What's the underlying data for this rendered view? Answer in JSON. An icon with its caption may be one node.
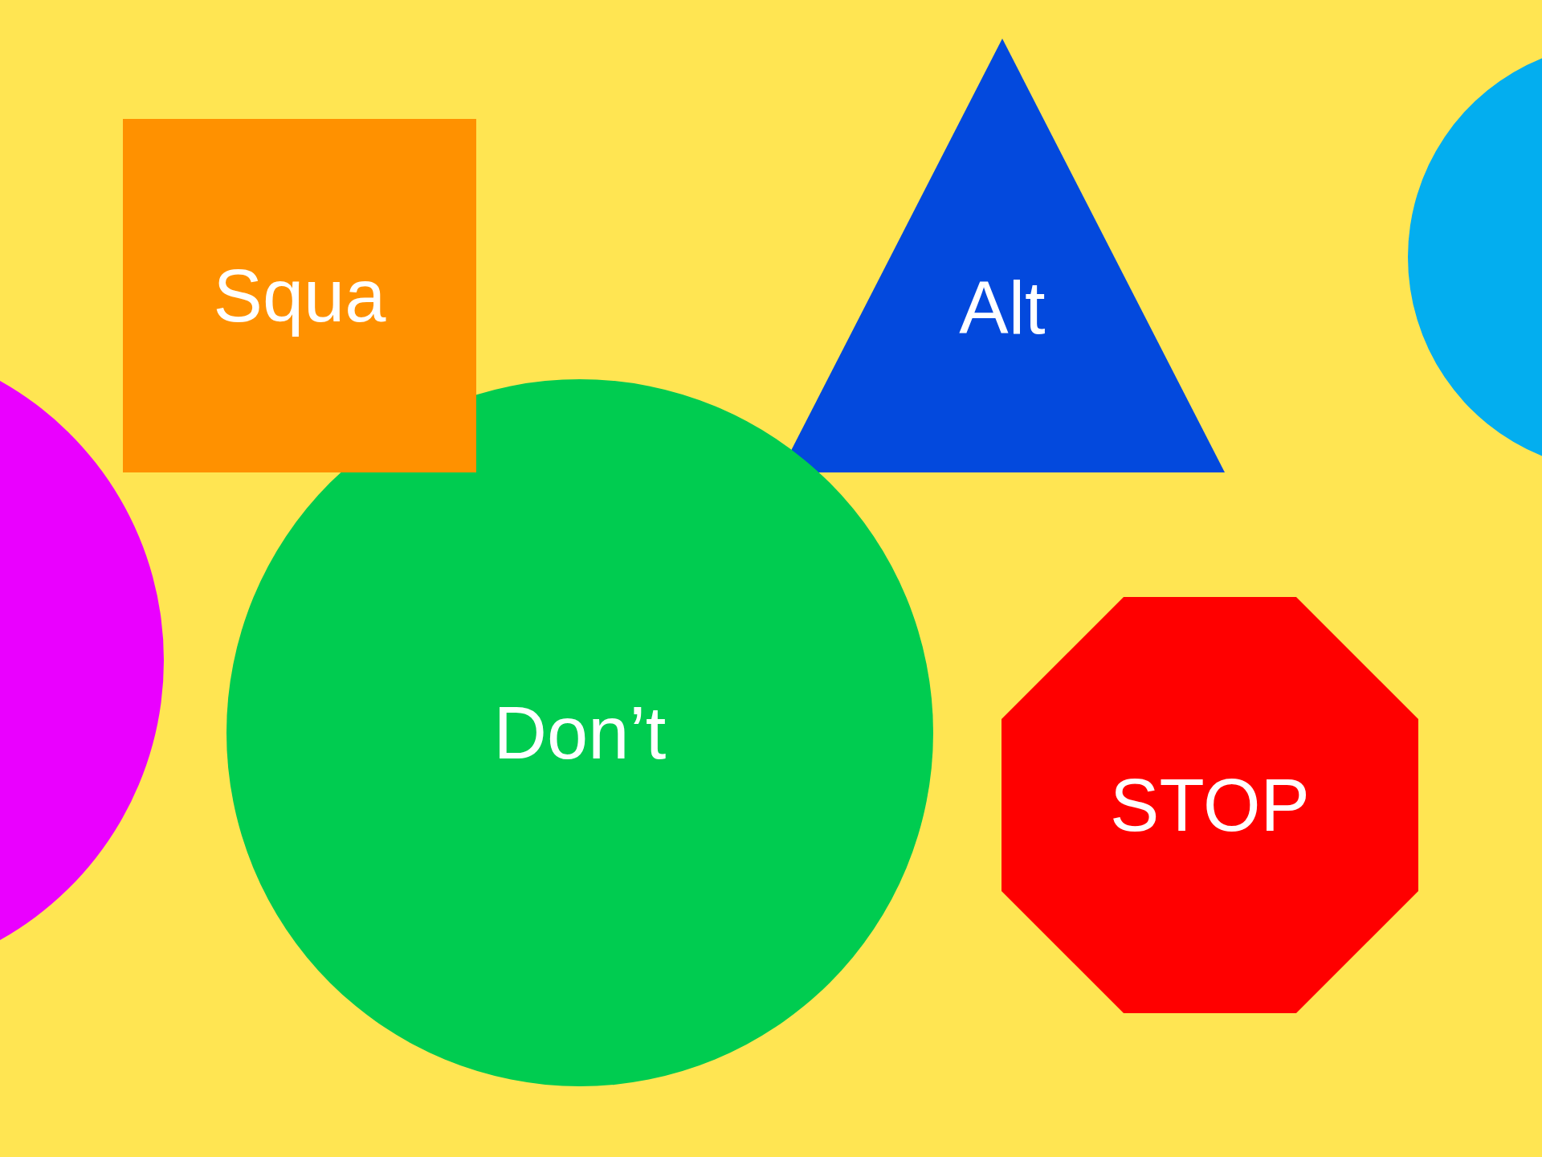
{
  "diagram": {
    "nodes": [
      {
        "text": [
          "Squa"
        ]
      },
      {
        "text": [
          "Alt"
        ]
      },
      {
        "text": [],
        "shape": "circle"
      },
      {
        "text": [],
        "shape": "circle"
      },
      {
        "text": [
          "Don’t"
        ]
      },
      {
        "text": [
          "STOP"
        ]
      }
    ]
  }
}
